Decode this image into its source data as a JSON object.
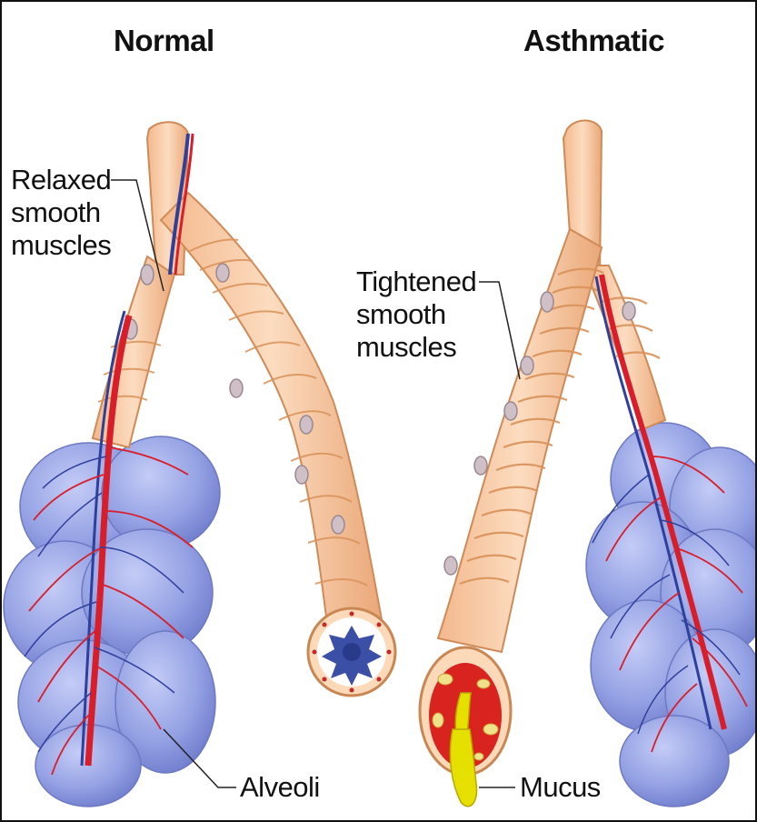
{
  "panels": {
    "normal": {
      "title": "Normal"
    },
    "asthmatic": {
      "title": "Asthmatic"
    }
  },
  "labels": {
    "relaxed": [
      "Relaxed",
      "smooth",
      "muscles"
    ],
    "tightened": [
      "Tightened",
      "smooth",
      "muscles"
    ],
    "alveoli": "Alveoli",
    "mucus": "Mucus"
  },
  "colors": {
    "airway": "#f7c7a0",
    "muscle_band": "#d9925a",
    "alveoli": "#8f9ee6",
    "artery": "#d81e2a",
    "vein": "#2f3f9c",
    "mucus": "#e6e000",
    "inflamed_lining": "#d9231e",
    "lumen": "#3b4fa6"
  }
}
